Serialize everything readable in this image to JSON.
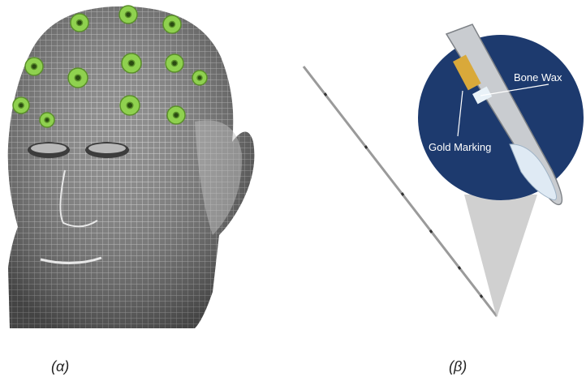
{
  "figure": {
    "caption_a": "(α)",
    "caption_b": "(β)"
  },
  "panel_b": {
    "label_bone_wax": "Bone Wax",
    "label_gold_marking": "Gold Marking"
  },
  "colors": {
    "electrode_green": "#8fd14f",
    "inset_navy": "#1d3a6e",
    "mesh_gray": "#8a8a8a"
  }
}
